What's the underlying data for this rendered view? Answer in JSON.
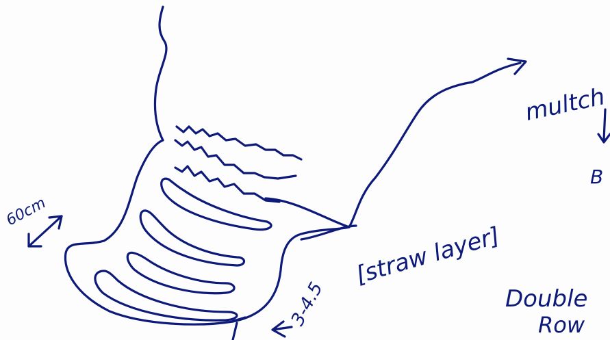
{
  "annotations": {
    "width_label": "60cm",
    "mulch_label": "multch",
    "mulch_cut_label": "B",
    "depth_label": "3-4.5",
    "straw_label": "[straw layer]",
    "row_line1": "Double",
    "row_line2": "Row"
  },
  "colors": {
    "ink": "#0d1a7a",
    "paper": "#fdfdfd"
  }
}
